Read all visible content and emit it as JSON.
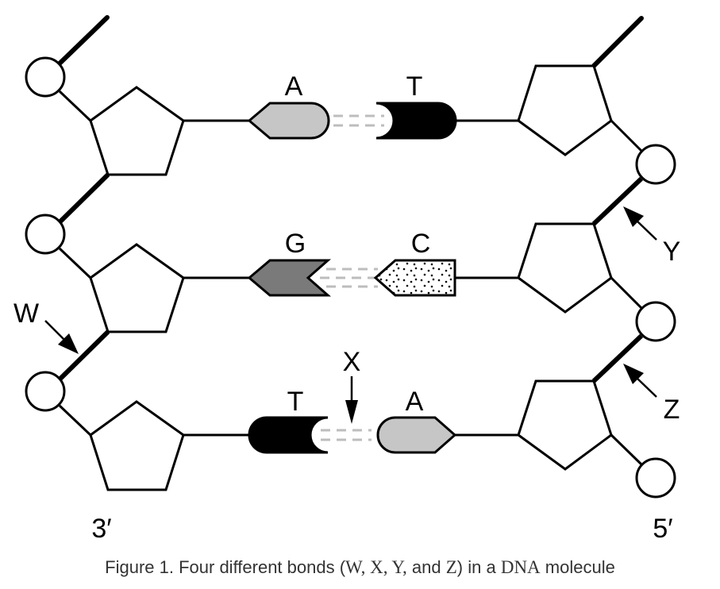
{
  "figure": {
    "type": "dna-molecule-diagram",
    "caption": {
      "prefix": "Figure 1. Four different bonds (",
      "bonds": "W, X, Y,",
      "and": " and ",
      "last_bond": "Z",
      "middle": ") in a ",
      "molecule": "DNA",
      "suffix": " molecule"
    },
    "strand_end_labels": {
      "left": "3′",
      "right": "5′"
    },
    "base_pairs": [
      {
        "left_base": "A",
        "right_base": "T",
        "hydrogen_bonds": 2
      },
      {
        "left_base": "G",
        "right_base": "C",
        "hydrogen_bonds": 3
      },
      {
        "left_base": "T",
        "right_base": "A",
        "hydrogen_bonds": 2
      }
    ],
    "bond_labels": [
      {
        "id": "W",
        "target": "left strand phosphodiester bond between rows 2 and 3"
      },
      {
        "id": "X",
        "target": "hydrogen bonds between T and A in row 3"
      },
      {
        "id": "Y",
        "target": "right strand phosphodiester bond between rows 1 and 2"
      },
      {
        "id": "Z",
        "target": "right strand phosphodiester bond between rows 2 and 3"
      }
    ],
    "colors": {
      "A": "#c6c6c6",
      "T": "#000000",
      "G": "#7a7a7a",
      "C": "#ffffff",
      "hydrogen_bond": "#bdbdbd",
      "stroke": "#000000",
      "caption_text": "#333333"
    }
  }
}
